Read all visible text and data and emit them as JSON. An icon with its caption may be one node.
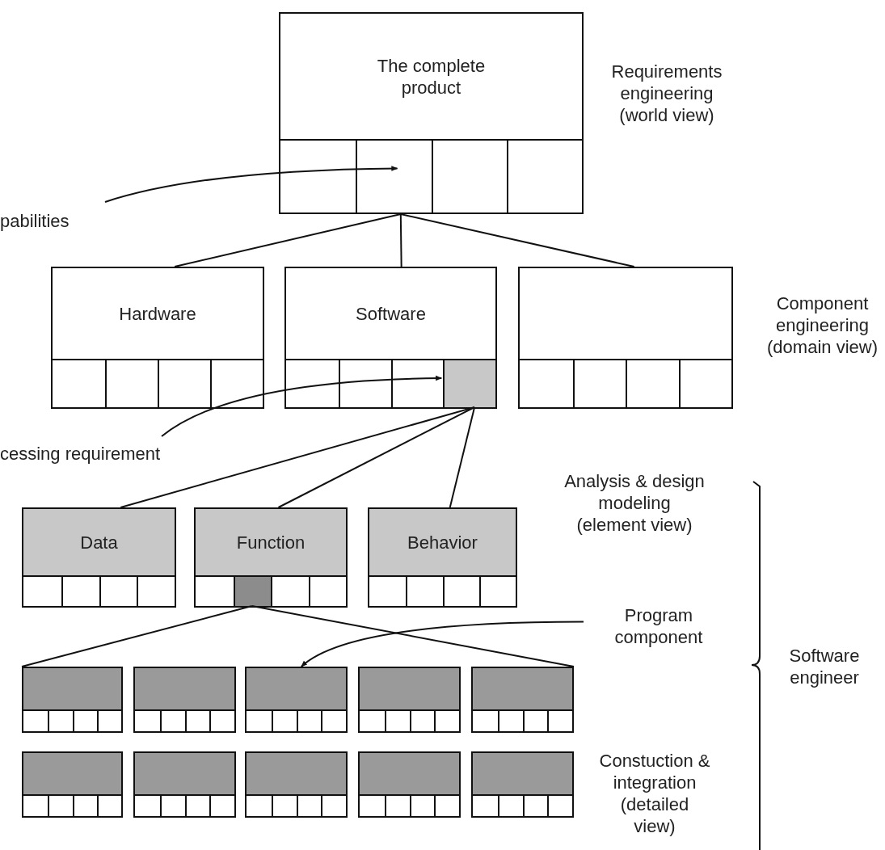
{
  "diagram": {
    "nodes": [
      {
        "text": [
          "The complete product"
        ]
      },
      {
        "text": [],
        "shape": "box",
        "in": 0
      },
      {
        "text": [
          "pabilities"
        ]
      },
      {
        "text": [
          "Hardware"
        ]
      },
      {
        "text": [
          "Software"
        ]
      },
      {
        "text": [],
        "shape": "box",
        "in": 4
      },
      {
        "text": [],
        "shape": "box"
      },
      {
        "text": [
          "cessing requirement"
        ]
      },
      {
        "text": [
          "Data"
        ]
      },
      {
        "text": [
          "Function"
        ]
      },
      {
        "text": [],
        "shape": "box",
        "in": 9
      },
      {
        "text": [
          "Behavior"
        ]
      },
      {
        "text": [
          "Program component"
        ]
      },
      {
        "text": [],
        "shape": "box"
      },
      {
        "text": [],
        "shape": "box"
      },
      {
        "text": [],
        "shape": "box"
      },
      {
        "text": [],
        "shape": "box"
      },
      {
        "text": [],
        "shape": "box"
      },
      {
        "text": [],
        "shape": "box"
      },
      {
        "text": [],
        "shape": "box"
      },
      {
        "text": [],
        "shape": "box"
      },
      {
        "text": [],
        "shape": "box"
      },
      {
        "text": [],
        "shape": "box"
      }
    ],
    "edges": [
      {
        "from": 2,
        "to": 1,
        "arrow": "to"
      },
      {
        "from": 0,
        "to": 3,
        "arrow": "none"
      },
      {
        "from": 0,
        "to": 4,
        "arrow": "none"
      },
      {
        "from": 0,
        "to": 6,
        "arrow": "none"
      },
      {
        "from": 7,
        "to": 5,
        "arrow": "to"
      },
      {
        "from": 5,
        "to": 8,
        "arrow": "none"
      },
      {
        "from": 5,
        "to": 9,
        "arrow": "none"
      },
      {
        "from": 5,
        "to": 11,
        "arrow": "none"
      },
      {
        "from": 12,
        "to": 15,
        "arrow": "to"
      },
      {
        "from": 10,
        "to": 13,
        "arrow": "none"
      },
      {
        "from": 10,
        "to": 17,
        "arrow": "none"
      }
    ],
    "labels": [
      "Requirements engineering (world view)",
      "Component engineering (domain view)",
      "Analysis & design modeling (element view)",
      "Software engineer",
      "Constuction & integration (detailed view)"
    ]
  }
}
